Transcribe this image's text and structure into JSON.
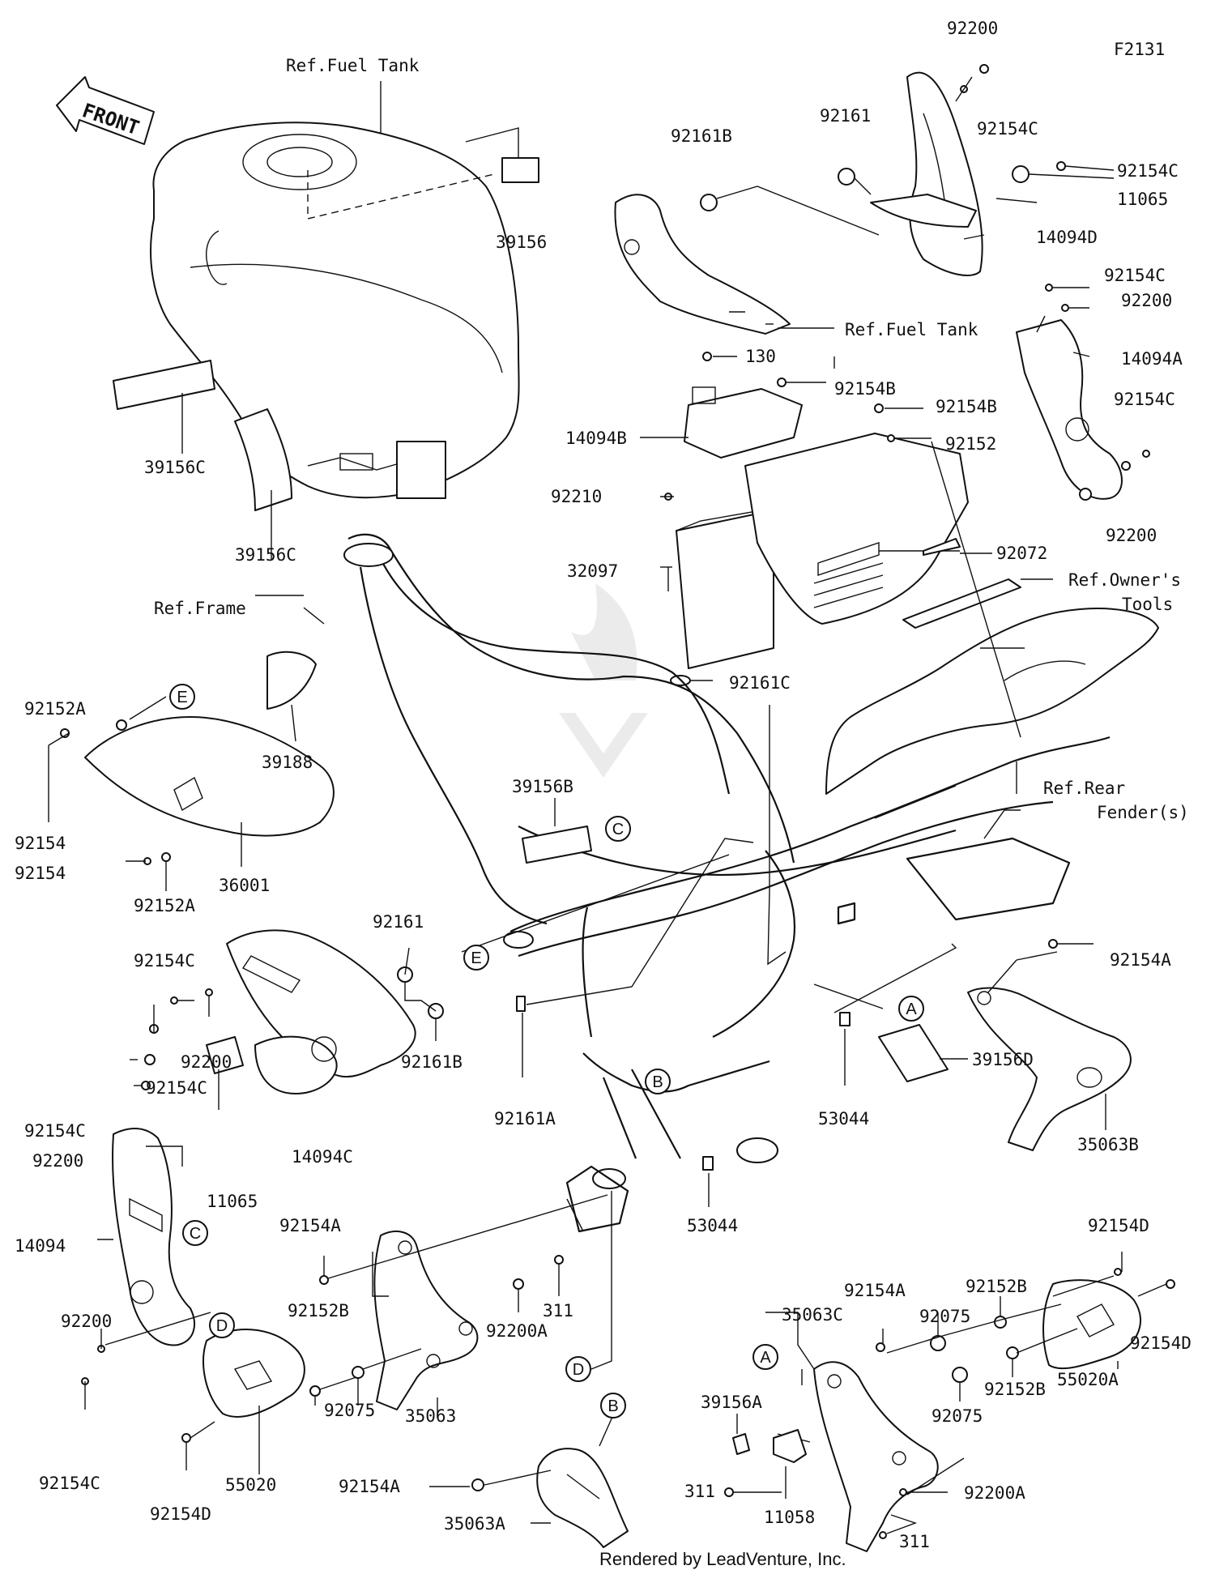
{
  "figure_code": "F2131",
  "front_label": "FRONT",
  "footer": "Rendered by LeadVenture, Inc.",
  "labels": [
    {
      "id": "ref-fuel-tank-1",
      "text": "Ref.Fuel Tank"
    },
    {
      "id": "p39156",
      "text": "39156"
    },
    {
      "id": "p39156c-1",
      "text": "39156C"
    },
    {
      "id": "p39156c-2",
      "text": "39156C"
    },
    {
      "id": "p92200-top",
      "text": "92200"
    },
    {
      "id": "p92154c-top",
      "text": "92154C"
    },
    {
      "id": "p92161b-top",
      "text": "92161B"
    },
    {
      "id": "p92161-top",
      "text": "92161"
    },
    {
      "id": "p92154c-2",
      "text": "92154C"
    },
    {
      "id": "p11065-top",
      "text": "11065"
    },
    {
      "id": "p14094d",
      "text": "14094D"
    },
    {
      "id": "ref-fuel-tank-2",
      "text": "Ref.Fuel Tank"
    },
    {
      "id": "p92154c-3",
      "text": "92154C"
    },
    {
      "id": "p92200-3",
      "text": "92200"
    },
    {
      "id": "p14094a",
      "text": "14094A"
    },
    {
      "id": "p130",
      "text": "130"
    },
    {
      "id": "p92154b-1",
      "text": "92154B"
    },
    {
      "id": "p92154b-2",
      "text": "92154B"
    },
    {
      "id": "p14094b",
      "text": "14094B"
    },
    {
      "id": "p92152",
      "text": "92152"
    },
    {
      "id": "p92154c-4",
      "text": "92154C"
    },
    {
      "id": "p92210",
      "text": "92210"
    },
    {
      "id": "p92200-4",
      "text": "92200"
    },
    {
      "id": "p92072",
      "text": "92072"
    },
    {
      "id": "p32097",
      "text": "32097"
    },
    {
      "id": "ref-owners-tools-1",
      "text": "Ref.Owner's"
    },
    {
      "id": "ref-owners-tools-2",
      "text": "Tools"
    },
    {
      "id": "ref-frame",
      "text": "Ref.Frame"
    },
    {
      "id": "p92161c",
      "text": "92161C"
    },
    {
      "id": "p39188",
      "text": "39188"
    },
    {
      "id": "p92152a-1",
      "text": "92152A"
    },
    {
      "id": "p92154-1",
      "text": "92154"
    },
    {
      "id": "p92154-2",
      "text": "92154"
    },
    {
      "id": "p36001",
      "text": "36001"
    },
    {
      "id": "p92152a-2",
      "text": "92152A"
    },
    {
      "id": "p39156b",
      "text": "39156B"
    },
    {
      "id": "ref-rear-fender-1",
      "text": "Ref.Rear"
    },
    {
      "id": "ref-rear-fender-2",
      "text": "Fender(s)"
    },
    {
      "id": "p92161-mid",
      "text": "92161"
    },
    {
      "id": "p92154c-5",
      "text": "92154C"
    },
    {
      "id": "p92154a-1",
      "text": "92154A"
    },
    {
      "id": "p92200-5",
      "text": "92200"
    },
    {
      "id": "p92161b-mid",
      "text": "92161B"
    },
    {
      "id": "p92154c-6",
      "text": "92154C"
    },
    {
      "id": "p92161a",
      "text": "92161A"
    },
    {
      "id": "p53044-1",
      "text": "53044"
    },
    {
      "id": "p39156d",
      "text": "39156D"
    },
    {
      "id": "p35063b",
      "text": "35063B"
    },
    {
      "id": "p92154c-7",
      "text": "92154C"
    },
    {
      "id": "p92200-7",
      "text": "92200"
    },
    {
      "id": "p14094c",
      "text": "14094C"
    },
    {
      "id": "p11065-mid",
      "text": "11065"
    },
    {
      "id": "p14094",
      "text": "14094"
    },
    {
      "id": "p92154a-2",
      "text": "92154A"
    },
    {
      "id": "p53044-2",
      "text": "53044"
    },
    {
      "id": "p92154d-1",
      "text": "92154D"
    },
    {
      "id": "p92154a-3",
      "text": "92154A"
    },
    {
      "id": "p92152b-1",
      "text": "92152B"
    },
    {
      "id": "p311-1",
      "text": "311"
    },
    {
      "id": "p92200a-1",
      "text": "92200A"
    },
    {
      "id": "p35063c",
      "text": "35063C"
    },
    {
      "id": "p92075-1",
      "text": "92075"
    },
    {
      "id": "p92154d-2",
      "text": "92154D"
    },
    {
      "id": "p92200-8",
      "text": "92200"
    },
    {
      "id": "p92152b-2",
      "text": "92152B"
    },
    {
      "id": "p92075-2",
      "text": "92075"
    },
    {
      "id": "p35063",
      "text": "35063"
    },
    {
      "id": "p55020a",
      "text": "55020A"
    },
    {
      "id": "p39156a",
      "text": "39156A"
    },
    {
      "id": "p92152b-3",
      "text": "92152B"
    },
    {
      "id": "p92075-3",
      "text": "92075"
    },
    {
      "id": "p92154c-8",
      "text": "92154C"
    },
    {
      "id": "p55020",
      "text": "55020"
    },
    {
      "id": "p92154a-4",
      "text": "92154A"
    },
    {
      "id": "p311-2",
      "text": "311"
    },
    {
      "id": "p92200a-2",
      "text": "92200A"
    },
    {
      "id": "p92154d-3",
      "text": "92154D"
    },
    {
      "id": "p35063a",
      "text": "35063A"
    },
    {
      "id": "p11058",
      "text": "11058"
    },
    {
      "id": "p311-3",
      "text": "311"
    }
  ],
  "callouts": [
    {
      "id": "e-1",
      "letter": "E"
    },
    {
      "id": "c-1",
      "letter": "C"
    },
    {
      "id": "e-2",
      "letter": "E"
    },
    {
      "id": "a-1",
      "letter": "A"
    },
    {
      "id": "b-1",
      "letter": "B"
    },
    {
      "id": "c-2",
      "letter": "C"
    },
    {
      "id": "d-1",
      "letter": "D"
    },
    {
      "id": "d-2",
      "letter": "D"
    },
    {
      "id": "a-2",
      "letter": "A"
    },
    {
      "id": "b-2",
      "letter": "B"
    }
  ]
}
